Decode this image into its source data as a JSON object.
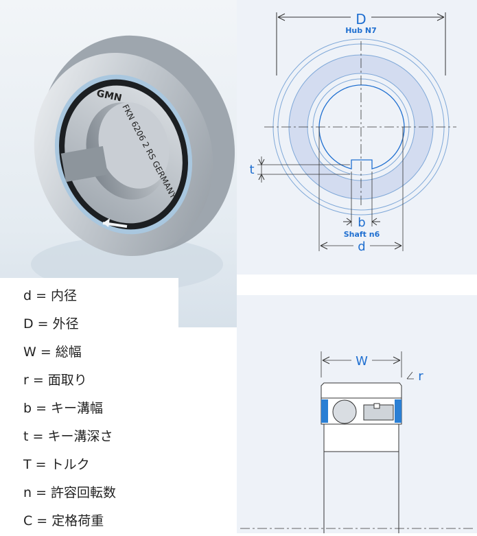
{
  "photo": {
    "brand": "GMN",
    "marking": "FKN 6206 2 RS GERMANY"
  },
  "front_view": {
    "outer_diameter_label": "D",
    "outer_fit": "Hub N7",
    "keyway_depth_label": "t",
    "keyway_width_label": "b",
    "shaft_fit": "Shaft n6",
    "bore_label": "d"
  },
  "section_view": {
    "width_label": "W",
    "chamfer_label": "r"
  },
  "legend": {
    "items": [
      "d = 内径",
      "D = 外径",
      "W = 総幅",
      "r = 面取り",
      "b = キー溝幅",
      "t = キー溝深さ",
      "T = トルク",
      "n = 許容回転数",
      "C = 定格荷重"
    ]
  },
  "colors": {
    "accent_blue": "#1f6fd0",
    "ring_fill": "#d3dcf0",
    "panel_bg": "#eef2f8"
  }
}
